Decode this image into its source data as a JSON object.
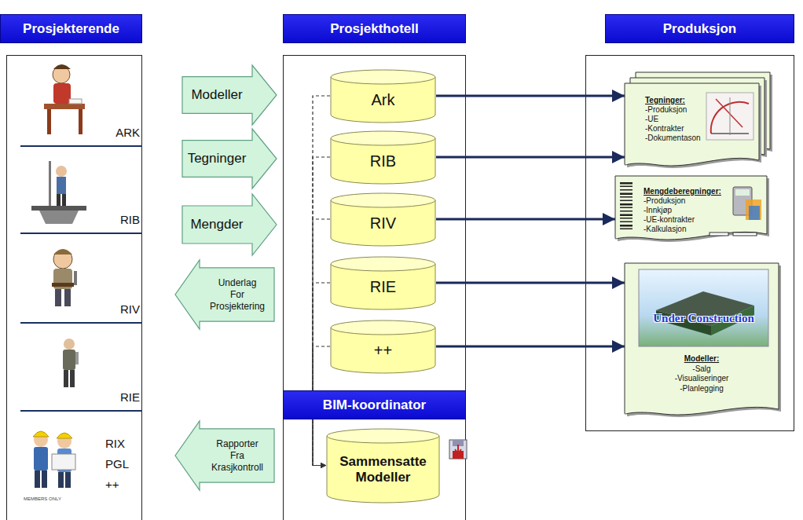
{
  "diagram": {
    "nodes": [
      {
        "text": [
          "Prosjekterende"
        ]
      },
      {
        "text": [
          "Prosjekthotell"
        ]
      },
      {
        "text": [
          "Produksjon"
        ]
      },
      {
        "text": [
          "ARK"
        ]
      },
      {
        "text": [
          "RIB"
        ]
      },
      {
        "text": [
          "RIV"
        ]
      },
      {
        "text": [
          "RIE"
        ]
      },
      {
        "text": [
          "RIX",
          "PGL",
          "++"
        ]
      },
      {
        "text": [
          "Modeller"
        ]
      },
      {
        "text": [
          "Tegninger"
        ]
      },
      {
        "text": [
          "Mengder"
        ]
      },
      {
        "text": [
          "Underlag For Prosjektering"
        ]
      },
      {
        "text": [
          "Rapporter Fra Krasjkontroll"
        ]
      },
      {
        "text": [
          "Ark"
        ]
      },
      {
        "text": [
          "RIB"
        ]
      },
      {
        "text": [
          "RIV"
        ]
      },
      {
        "text": [
          "RIE"
        ]
      },
      {
        "text": [
          "++"
        ]
      },
      {
        "text": [
          "BIM-koordinator"
        ]
      },
      {
        "text": [
          "Sammensatte Modeller"
        ]
      },
      {
        "text": [
          "Tegninger:",
          "-Produksjon",
          "-UE",
          "-Kontrakter",
          "-Dokumentason"
        ]
      },
      {
        "text": [
          "Mengdeberegninger:",
          "-Produksjon",
          "-Innkjøp",
          "-UE-kontrakter",
          "-Kalkulasjon"
        ]
      },
      {
        "text": [
          "Under Construction",
          "Modeller:",
          "-Salg",
          "-Visualiseringer",
          "-Planlegging"
        ]
      }
    ],
    "edges": [
      {
        "from": 13,
        "to": 20,
        "arrow": "to"
      },
      {
        "from": 14,
        "to": 20,
        "arrow": "to"
      },
      {
        "from": 15,
        "to": 21,
        "arrow": "to"
      },
      {
        "from": 16,
        "to": 22,
        "arrow": "to"
      },
      {
        "from": 17,
        "to": 22,
        "arrow": "to"
      },
      {
        "from": 13,
        "to": 19,
        "arrow": "to"
      },
      {
        "from": 14,
        "to": 19,
        "arrow": "to"
      },
      {
        "from": 15,
        "to": 19,
        "arrow": "to"
      },
      {
        "from": 16,
        "to": 19,
        "arrow": "to"
      },
      {
        "from": 17,
        "to": 19,
        "arrow": "to"
      }
    ],
    "labels": [
      "MEMBERS ONLY"
    ]
  }
}
